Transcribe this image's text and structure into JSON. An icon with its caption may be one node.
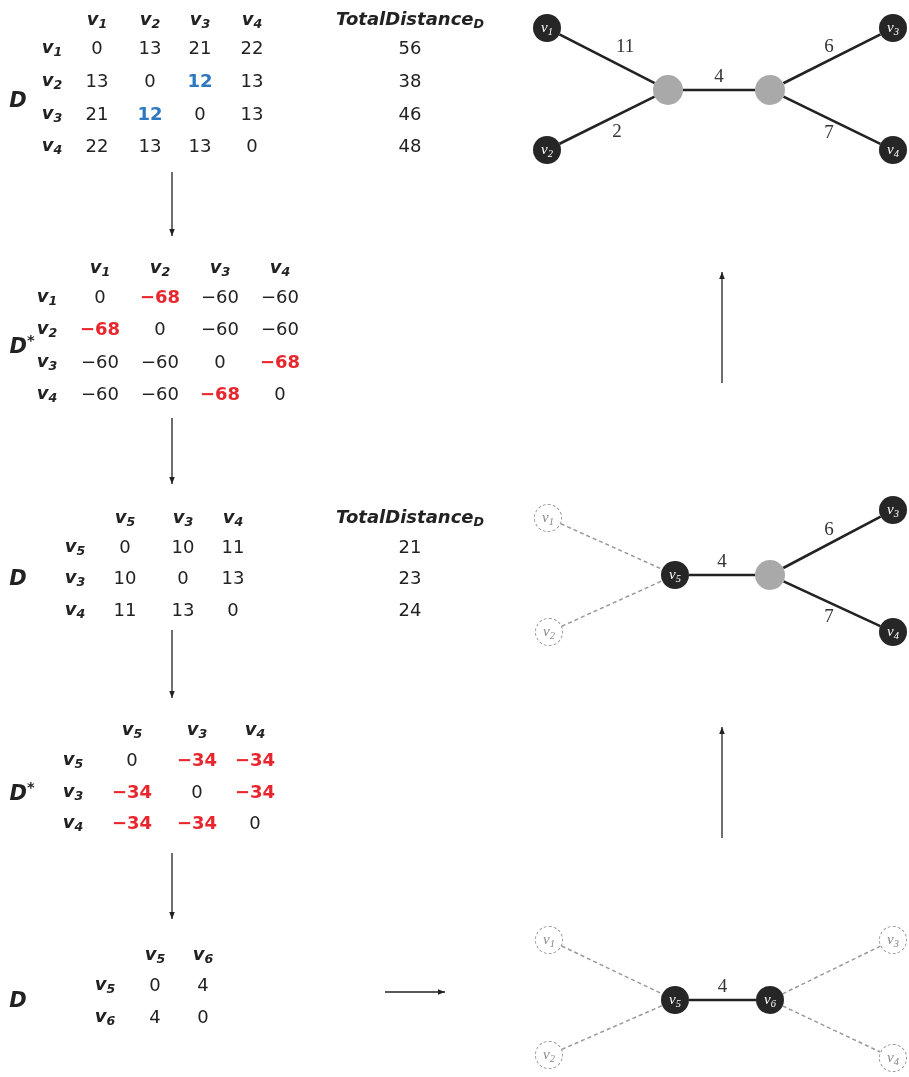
{
  "diagram": {
    "nodes": [
      {
        "text": [
          "D",
          "v$_{1}$",
          "v$_{2}$",
          "v$_{3}$",
          "v$_{4}$",
          "v$_{1}$",
          "0",
          "13",
          "21",
          "22",
          "v$_{2}$",
          "13",
          "0",
          "12",
          "13",
          "v$_{3}$",
          "21",
          "12",
          "0",
          "13",
          "v$_{4}$",
          "22",
          "13",
          "13",
          "0"
        ]
      },
      {
        "text": [
          "D$^{*}$",
          "v$_{1}$",
          "v$_{2}$",
          "v$_{3}$",
          "v$_{4}$",
          "v$_{1}$",
          "0",
          "−68",
          "−60",
          "−60",
          "v$_{2}$",
          "−68",
          "0",
          "−60",
          "−60",
          "v$_{3}$",
          "−60",
          "−60",
          "0",
          "−68",
          "v$_{4}$",
          "−60",
          "−60",
          "−68",
          "0"
        ]
      },
      {
        "text": [
          "D",
          "v$_{5}$",
          "v$_{3}$",
          "v$_{4}$",
          "v$_{5}$",
          "0",
          "10",
          "11",
          "v$_{3}$",
          "10",
          "0",
          "13",
          "v$_{4}$",
          "11",
          "13",
          "0"
        ]
      },
      {
        "text": [
          "D$^{*}$",
          "v$_{5}$",
          "v$_{3}$",
          "v$_{4}$",
          "v$_{5}$",
          "0",
          "−34",
          "−34",
          "v$_{3}$",
          "−34",
          "0",
          "−34",
          "v$_{4}$",
          "−34",
          "−34",
          "0"
        ]
      },
      {
        "text": [
          "D",
          "v$_{5}$",
          "v$_{6}$",
          "v$_{5}$",
          "0",
          "4",
          "v$_{6}$",
          "4",
          "0"
        ]
      },
      {
        "text": [
          "v$_{1}$"
        ]
      },
      {
        "text": [
          "v$_{2}$"
        ]
      },
      {
        "text": [],
        "shape": "circle"
      },
      {
        "text": [],
        "shape": "circle"
      },
      {
        "text": [
          "v$_{3}$"
        ]
      },
      {
        "text": [
          "v$_{4}$"
        ]
      },
      {
        "text": [
          "v$_{1}$"
        ]
      },
      {
        "text": [
          "v$_{2}$"
        ]
      },
      {
        "text": [
          "v$_{5}$"
        ]
      },
      {
        "text": [],
        "shape": "circle"
      },
      {
        "text": [
          "v$_{3}$"
        ]
      },
      {
        "text": [
          "v$_{4}$"
        ]
      },
      {
        "text": [
          "v$_{1}$"
        ]
      },
      {
        "text": [
          "v$_{2}$"
        ]
      },
      {
        "text": [
          "v$_{5}$"
        ]
      },
      {
        "text": [
          "v$_{6}$"
        ]
      },
      {
        "text": [
          "v$_{3}$"
        ]
      },
      {
        "text": [
          "v$_{4}$"
        ]
      }
    ],
    "edges": [
      {
        "from": 0,
        "to": 1,
        "arrow": "to"
      },
      {
        "from": 1,
        "to": 2,
        "arrow": "to"
      },
      {
        "from": 2,
        "to": 3,
        "arrow": "to"
      },
      {
        "from": 3,
        "to": 4,
        "arrow": "to"
      },
      {
        "from": 5,
        "to": 7,
        "arrow": "none",
        "label": "11"
      },
      {
        "from": 6,
        "to": 7,
        "arrow": "none",
        "label": "2"
      },
      {
        "from": 7,
        "to": 8,
        "arrow": "none",
        "label": "4"
      },
      {
        "from": 8,
        "to": 9,
        "arrow": "none",
        "label": "6"
      },
      {
        "from": 8,
        "to": 10,
        "arrow": "none",
        "label": "7"
      },
      {
        "from": 11,
        "to": 13,
        "arrow": "none",
        "style": "dashed",
        "color": "#999999"
      },
      {
        "from": 12,
        "to": 13,
        "arrow": "none",
        "style": "dashed",
        "color": "#999999"
      },
      {
        "from": 13,
        "to": 14,
        "arrow": "none",
        "label": "4"
      },
      {
        "from": 14,
        "to": 15,
        "arrow": "none",
        "label": "6"
      },
      {
        "from": 14,
        "to": 16,
        "arrow": "none",
        "label": "7"
      },
      {
        "from": 17,
        "to": 19,
        "arrow": "none",
        "style": "dashed",
        "color": "#999999"
      },
      {
        "from": 18,
        "to": 19,
        "arrow": "none",
        "style": "dashed",
        "color": "#999999"
      },
      {
        "from": 19,
        "to": 20,
        "arrow": "none",
        "label": "4"
      },
      {
        "from": 20,
        "to": 21,
        "arrow": "none",
        "style": "dashed",
        "color": "#999999"
      },
      {
        "from": 20,
        "to": 22,
        "arrow": "none",
        "style": "dashed",
        "color": "#999999"
      }
    ],
    "labels": [
      "TotalDistance$_{D}$",
      "56",
      "38",
      "46",
      "48",
      "TotalDistance$_{D}$",
      "21",
      "23",
      "24"
    ]
  }
}
